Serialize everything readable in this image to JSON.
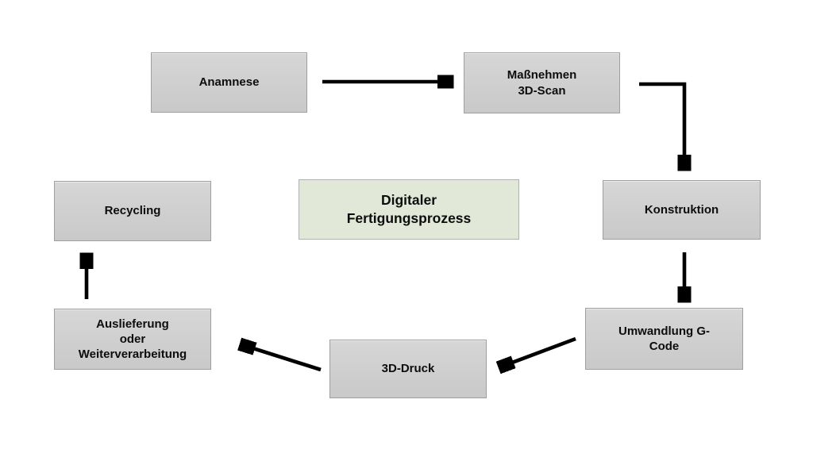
{
  "diagram": {
    "center_box": {
      "label": "Digitaler\nFertigungsprozess"
    },
    "nodes": {
      "anamnese": {
        "label": "Anamnese"
      },
      "massnehmen": {
        "label": "Maßnehmen\n3D-Scan"
      },
      "konstruktion": {
        "label": "Konstruktion"
      },
      "umwandlung": {
        "label": "Umwandlung G-\nCode"
      },
      "druck": {
        "label": "3D-Druck"
      },
      "auslieferung": {
        "label": "Auslieferung\noder\nWeiterverarbeitung"
      },
      "recycling": {
        "label": "Recycling"
      }
    },
    "edges": [
      {
        "from": "anamnese",
        "to": "massnehmen"
      },
      {
        "from": "massnehmen",
        "to": "konstruktion"
      },
      {
        "from": "konstruktion",
        "to": "umwandlung"
      },
      {
        "from": "umwandlung",
        "to": "druck"
      },
      {
        "from": "druck",
        "to": "auslieferung"
      },
      {
        "from": "auslieferung",
        "to": "recycling"
      }
    ],
    "colors": {
      "node_fill_top": "#d6d6d6",
      "node_fill_bottom": "#c9c9c9",
      "node_border": "#9f9f9f",
      "center_fill": "#e1e8d8",
      "center_border": "#b0b0b0",
      "arrow": "#000000",
      "background": "#ffffff",
      "text": "#0d0d0d"
    }
  }
}
